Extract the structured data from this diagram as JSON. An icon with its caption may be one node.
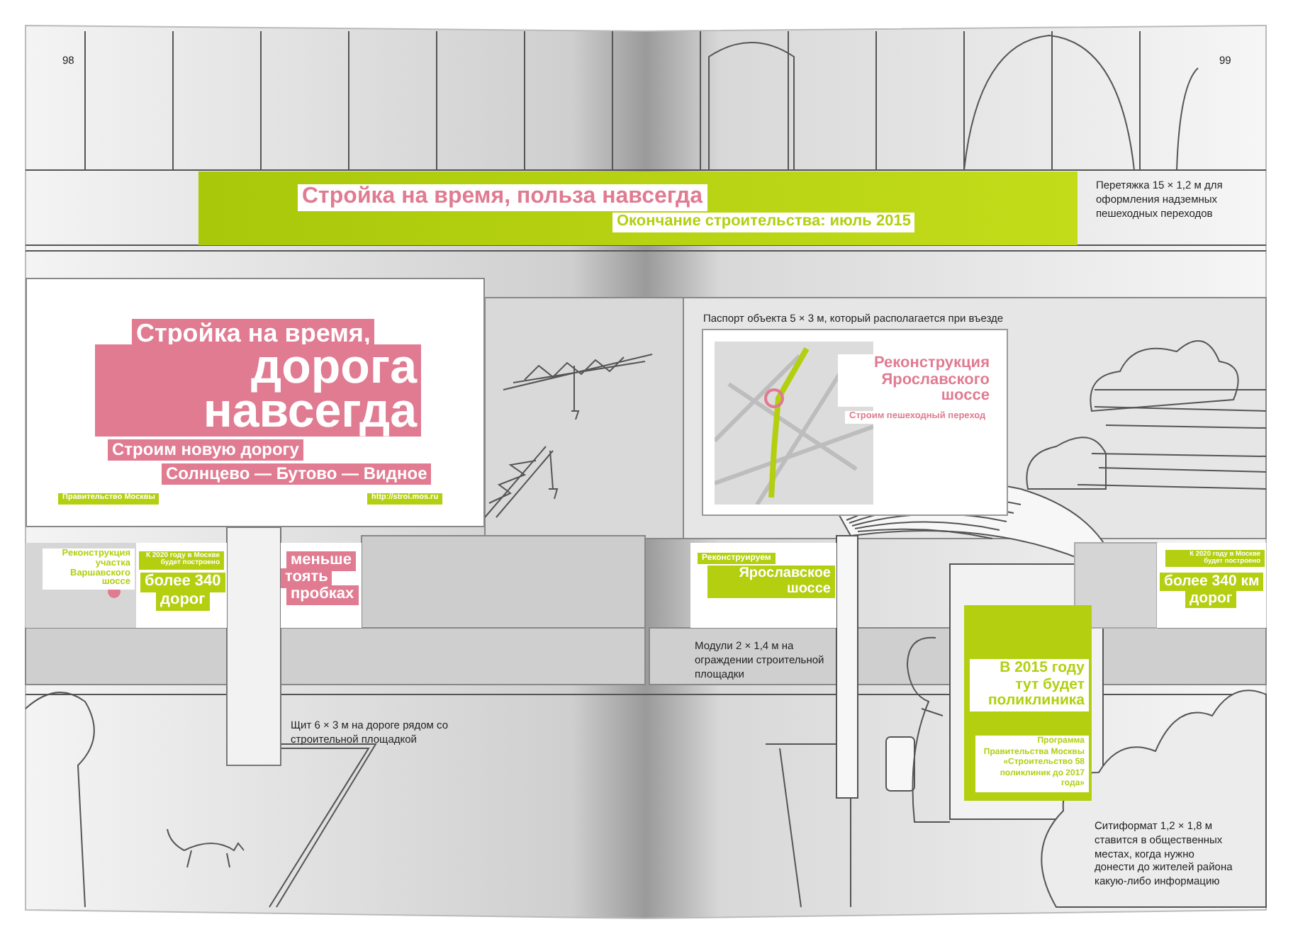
{
  "diagram": {
    "nodes": [
      {
        "text": [
          "Стройка на время, польза навсегда",
          "Окончание строительства: июль 2015"
        ]
      },
      {
        "text": [
          "Стройка на время,",
          "дорога навсегда",
          "Строим новую дорогу",
          "Солнцево — Бутово — Видное",
          "Правительство Москвы",
          "http://stroi.mos.ru"
        ]
      },
      {
        "text": [
          "Реконструкция Ярославского шоссе",
          "Строим пешеходный переход"
        ],
        "beside": [
          "Паспорт объекта 5 × 3 м, который располагается при въезде"
        ]
      },
      {
        "text": [
          "Реконструкция участка Варшавского шоссе"
        ]
      },
      {
        "text": [
          "К 2020 году в Москве будет построено",
          "более 340",
          "дорог"
        ]
      },
      {
        "text": [
          "меньше",
          "тоять",
          "пробках"
        ]
      },
      {
        "text": [
          "Реконструируем",
          "Ярославское шоссе"
        ]
      },
      {
        "text": [
          "К 2020 году в Москве будет построено",
          "более 340 км",
          "дорог"
        ]
      },
      {
        "text": [
          "В 2015 году тут будет поликлиника",
          "Программа Правительства Москвы «Строительство 58 поликлиник до 2017 года»"
        ]
      }
    ],
    "labels": [
      "98",
      "99",
      "Перетяжка 15 × 1,2 м для оформления надземных пешеходных переходов",
      "Щит 6 × 3 м на дороге рядом со строительной площадкой",
      "Модули 2 × 1,4 м на ограждении строительной площадки",
      "Ситиформат 1,2 × 1,8 м ставится в общественных местах, когда нужно донести до жителей района какую-либо информацию"
    ]
  }
}
